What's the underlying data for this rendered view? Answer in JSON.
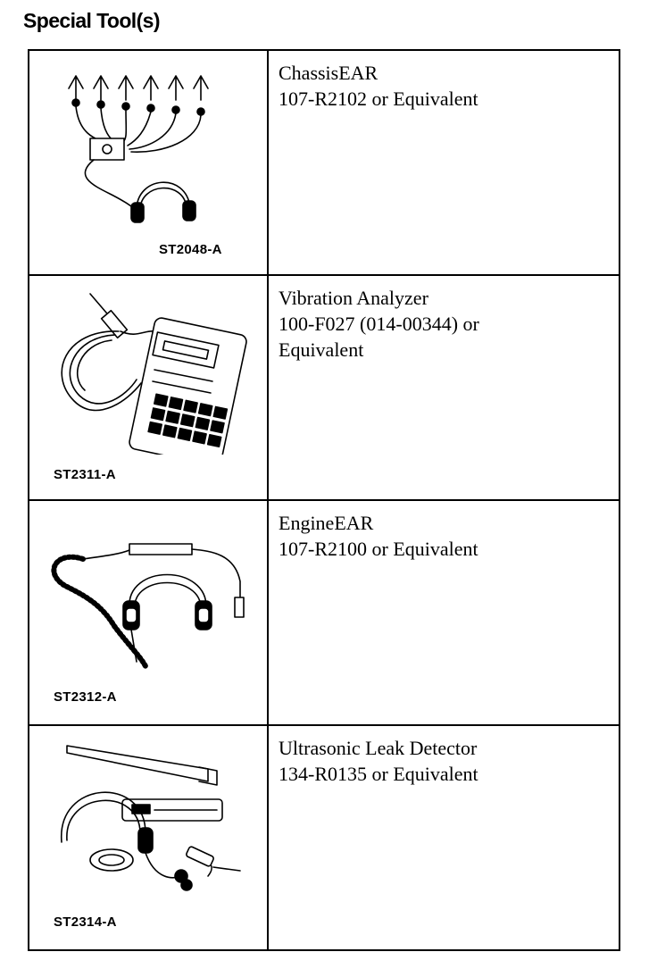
{
  "page": {
    "title": "Special Tool(s)"
  },
  "tools": [
    {
      "figure_id": "ST2048-A",
      "name": "ChassisEAR",
      "part_number": "107-R2102 or Equivalent",
      "illustration": "chassisear-clamps-headphones-illustration"
    },
    {
      "figure_id": "ST2311-A",
      "name": "Vibration Analyzer",
      "part_number": "100-F027 (014-00344) or Equivalent",
      "illustration": "vibration-analyzer-handheld-illustration"
    },
    {
      "figure_id": "ST2312-A",
      "name": "EngineEAR",
      "part_number": "107-R2100 or Equivalent",
      "illustration": "engineear-probe-headphones-illustration"
    },
    {
      "figure_id": "ST2314-A",
      "name": "Ultrasonic Leak Detector",
      "part_number": "134-R0135 or Equivalent",
      "illustration": "ultrasonic-detector-illustration"
    }
  ]
}
